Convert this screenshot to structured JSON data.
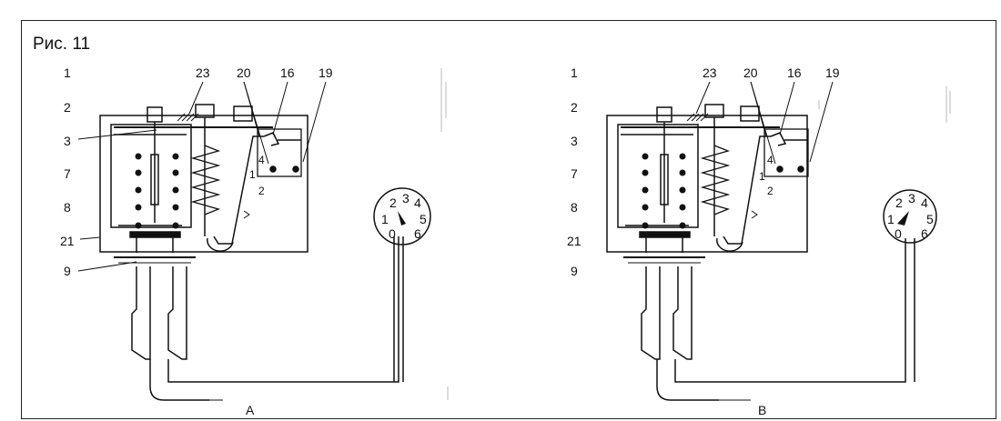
{
  "figure": {
    "caption": "Рис. 11",
    "diagrams": [
      {
        "id": "A",
        "sublabel": "A",
        "row_labels": [
          "1",
          "2",
          "3",
          "7",
          "8",
          "21",
          "9"
        ],
        "top_labels": [
          "23",
          "20",
          "16",
          "19"
        ],
        "contact_labels": [
          "4",
          "1",
          "2"
        ],
        "dial_numbers": [
          "0",
          "1",
          "2",
          "3",
          "4",
          "5",
          "6"
        ]
      },
      {
        "id": "B",
        "sublabel": "B",
        "row_labels": [
          "1",
          "2",
          "3",
          "7",
          "8",
          "21",
          "9"
        ],
        "top_labels": [
          "23",
          "20",
          "16",
          "19"
        ],
        "contact_labels": [
          "4",
          "1",
          "2"
        ],
        "dial_numbers": [
          "0",
          "1",
          "2",
          "3",
          "4",
          "5",
          "6"
        ]
      }
    ]
  }
}
